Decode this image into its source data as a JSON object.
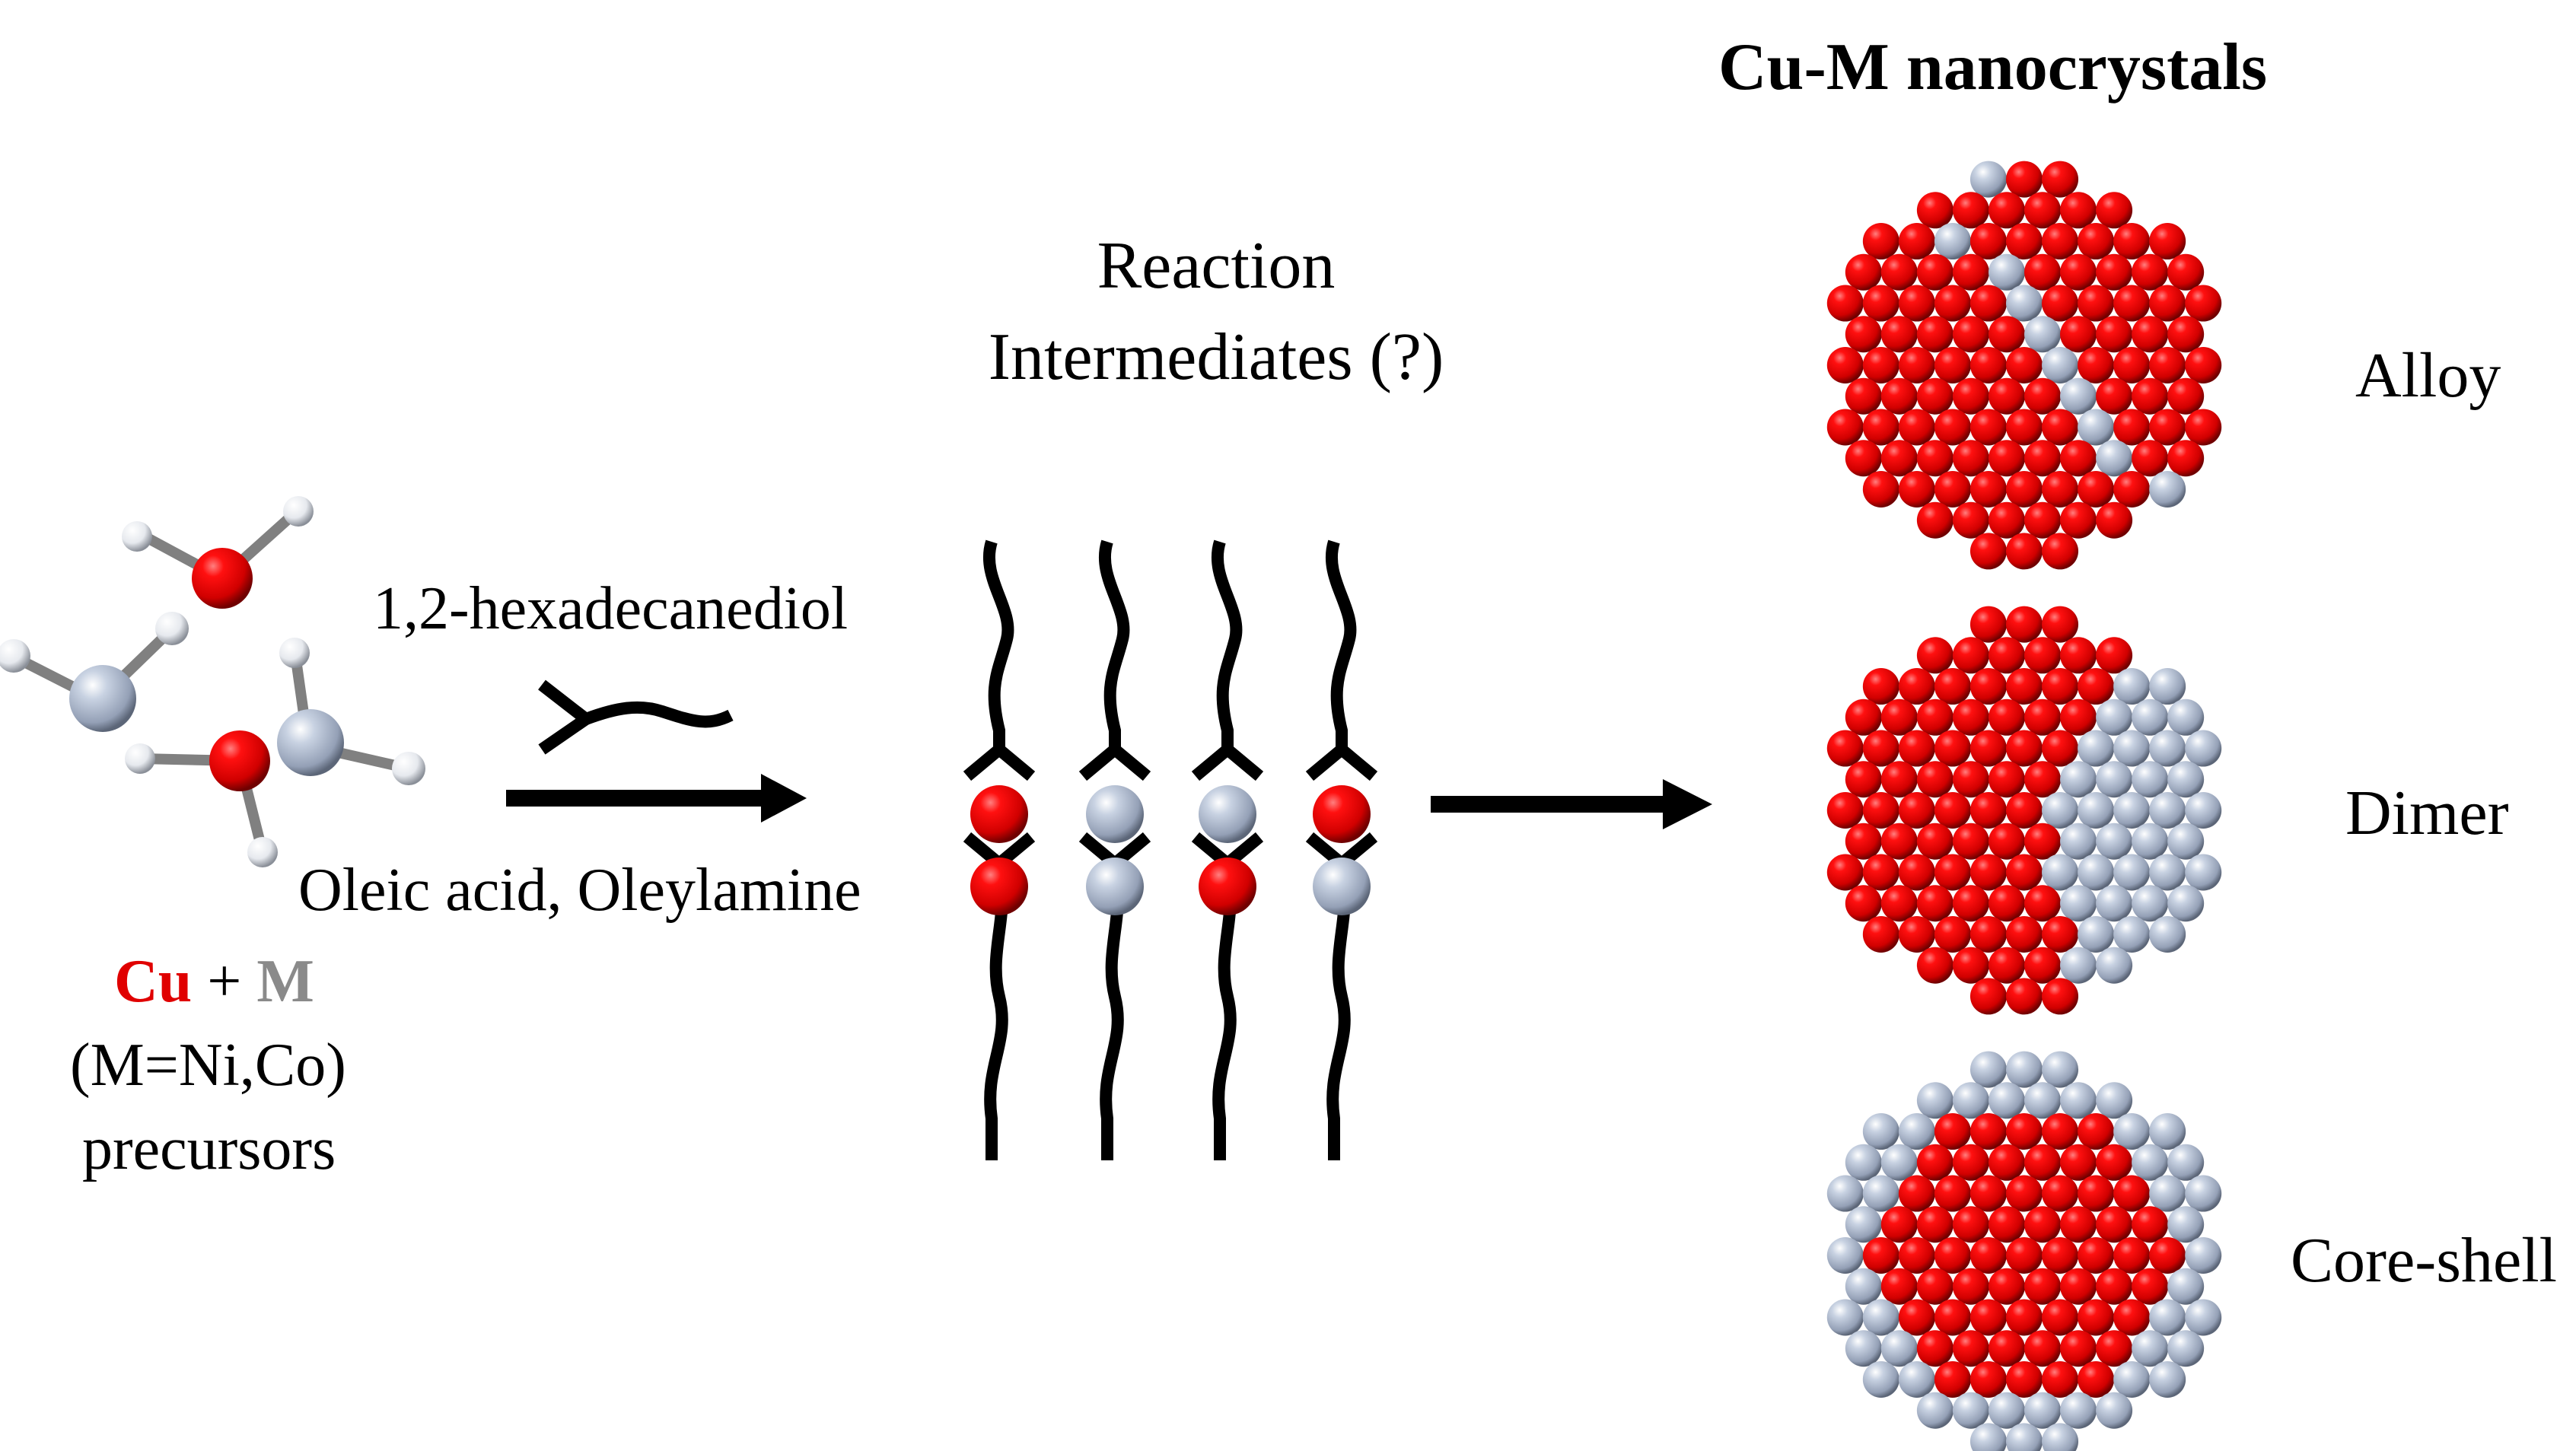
{
  "figure": {
    "title": "Cu-M nanocrystals",
    "intermediate_label_line1": "Reaction",
    "intermediate_label_line2": "Intermediates (?)",
    "reducing_agent": "1,2-hexadecanediol",
    "surfactants": "Oleic acid, Oleylamine",
    "precursors": {
      "cu": "Cu",
      "plus": " + ",
      "m": "M",
      "m_definition": "(M=Ni,Co)",
      "label": "precursors"
    },
    "products": [
      {
        "name": "Alloy",
        "type": "alloy"
      },
      {
        "name": "Dimer",
        "type": "dimer"
      },
      {
        "name": "Core-shell",
        "type": "core-shell"
      }
    ],
    "intermediate_pairs": [
      [
        "cu",
        "cu"
      ],
      [
        "m",
        "m"
      ],
      [
        "m",
        "cu"
      ],
      [
        "cu",
        "m"
      ]
    ]
  },
  "colors": {
    "cu": "#e00000",
    "m": "#a8b4c8",
    "cu_text": "#e00000",
    "m_text": "#8a8a8a",
    "ink": "#000000"
  }
}
